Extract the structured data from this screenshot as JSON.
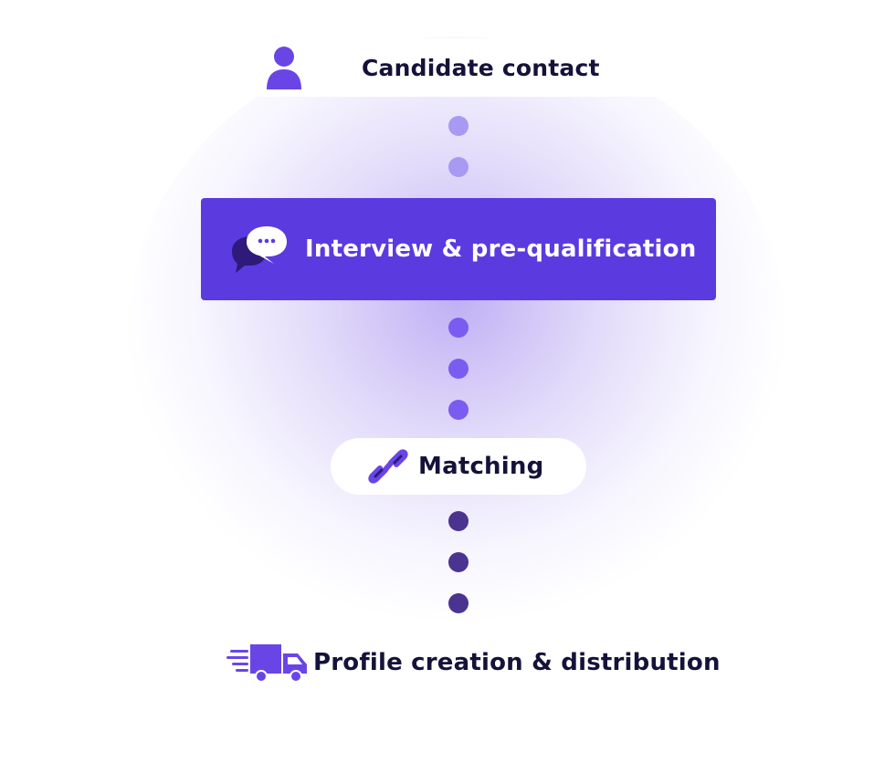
{
  "steps": [
    {
      "label": "Candidate contact",
      "icon": "person-icon"
    },
    {
      "label": "Interview & pre-qualification",
      "icon": "chat-bubbles-icon"
    },
    {
      "label": "Matching",
      "icon": "link-icon"
    },
    {
      "label": "Profile creation & distribution",
      "icon": "delivery-truck-icon"
    }
  ],
  "colors": {
    "accent": "#5b3ae0",
    "text_dark": "#15123a",
    "dot_light": "#a899f2",
    "dot_mid": "#7b5cf0",
    "dot_dark": "#4a3490",
    "icon_purple": "#6a45e6",
    "icon_dark": "#2d1a7a"
  }
}
